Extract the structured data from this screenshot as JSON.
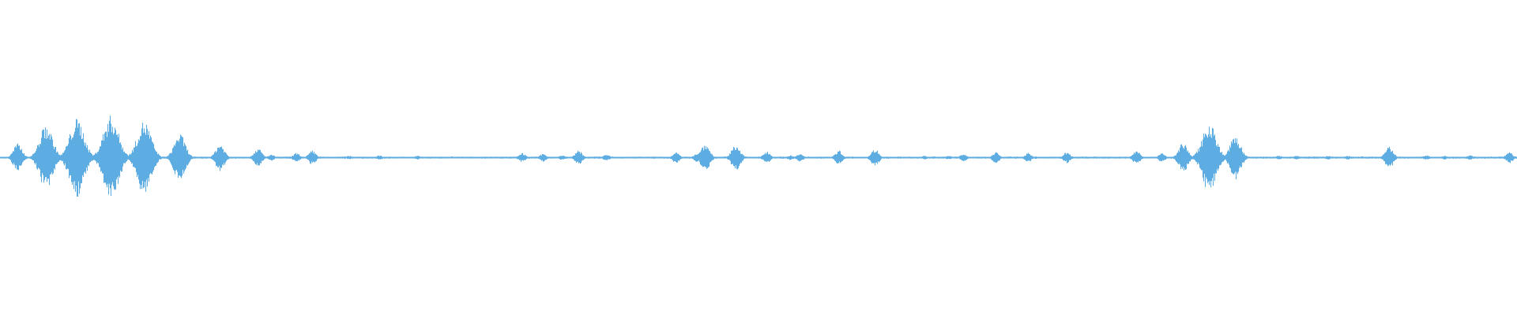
{
  "chart_data": {
    "type": "area",
    "title": "",
    "xlabel": "",
    "ylabel": "",
    "ylim": [
      -1,
      1
    ],
    "grid": false,
    "legend": "none",
    "color": "#5dade2",
    "baseline_amplitude": 0.006,
    "bursts": [
      {
        "t": 0.0115,
        "peak": 0.09
      },
      {
        "t": 0.0302,
        "peak": 0.21
      },
      {
        "t": 0.0505,
        "peak": 0.25
      },
      {
        "t": 0.0729,
        "peak": 0.27
      },
      {
        "t": 0.0948,
        "peak": 0.235
      },
      {
        "t": 0.1182,
        "peak": 0.155
      },
      {
        "t": 0.1448,
        "peak": 0.088
      },
      {
        "t": 0.1698,
        "peak": 0.06
      },
      {
        "t": 0.1786,
        "peak": 0.02
      },
      {
        "t": 0.1953,
        "peak": 0.03
      },
      {
        "t": 0.2057,
        "peak": 0.045
      },
      {
        "t": 0.23,
        "peak": 0.012
      },
      {
        "t": 0.25,
        "peak": 0.015
      },
      {
        "t": 0.275,
        "peak": 0.012
      },
      {
        "t": 0.3438,
        "peak": 0.03
      },
      {
        "t": 0.3578,
        "peak": 0.025
      },
      {
        "t": 0.3703,
        "peak": 0.015
      },
      {
        "t": 0.3813,
        "peak": 0.045
      },
      {
        "t": 0.3995,
        "peak": 0.02
      },
      {
        "t": 0.4453,
        "peak": 0.035
      },
      {
        "t": 0.4594,
        "peak": 0.03
      },
      {
        "t": 0.4646,
        "peak": 0.09
      },
      {
        "t": 0.4849,
        "peak": 0.085
      },
      {
        "t": 0.5052,
        "peak": 0.04
      },
      {
        "t": 0.5208,
        "peak": 0.015
      },
      {
        "t": 0.5271,
        "peak": 0.025
      },
      {
        "t": 0.5526,
        "peak": 0.045
      },
      {
        "t": 0.5766,
        "peak": 0.055
      },
      {
        "t": 0.6094,
        "peak": 0.012
      },
      {
        "t": 0.625,
        "peak": 0.012
      },
      {
        "t": 0.6349,
        "peak": 0.025
      },
      {
        "t": 0.6563,
        "peak": 0.035
      },
      {
        "t": 0.6776,
        "peak": 0.03
      },
      {
        "t": 0.7031,
        "peak": 0.035
      },
      {
        "t": 0.749,
        "peak": 0.045
      },
      {
        "t": 0.7656,
        "peak": 0.03
      },
      {
        "t": 0.7797,
        "peak": 0.095
      },
      {
        "t": 0.7969,
        "peak": 0.228
      },
      {
        "t": 0.8141,
        "peak": 0.14
      },
      {
        "t": 0.8427,
        "peak": 0.012
      },
      {
        "t": 0.8547,
        "peak": 0.012
      },
      {
        "t": 0.875,
        "peak": 0.012
      },
      {
        "t": 0.888,
        "peak": 0.012
      },
      {
        "t": 0.9156,
        "peak": 0.07
      },
      {
        "t": 0.9401,
        "peak": 0.015
      },
      {
        "t": 0.9521,
        "peak": 0.012
      },
      {
        "t": 0.9688,
        "peak": 0.015
      },
      {
        "t": 0.9948,
        "peak": 0.035
      }
    ]
  }
}
